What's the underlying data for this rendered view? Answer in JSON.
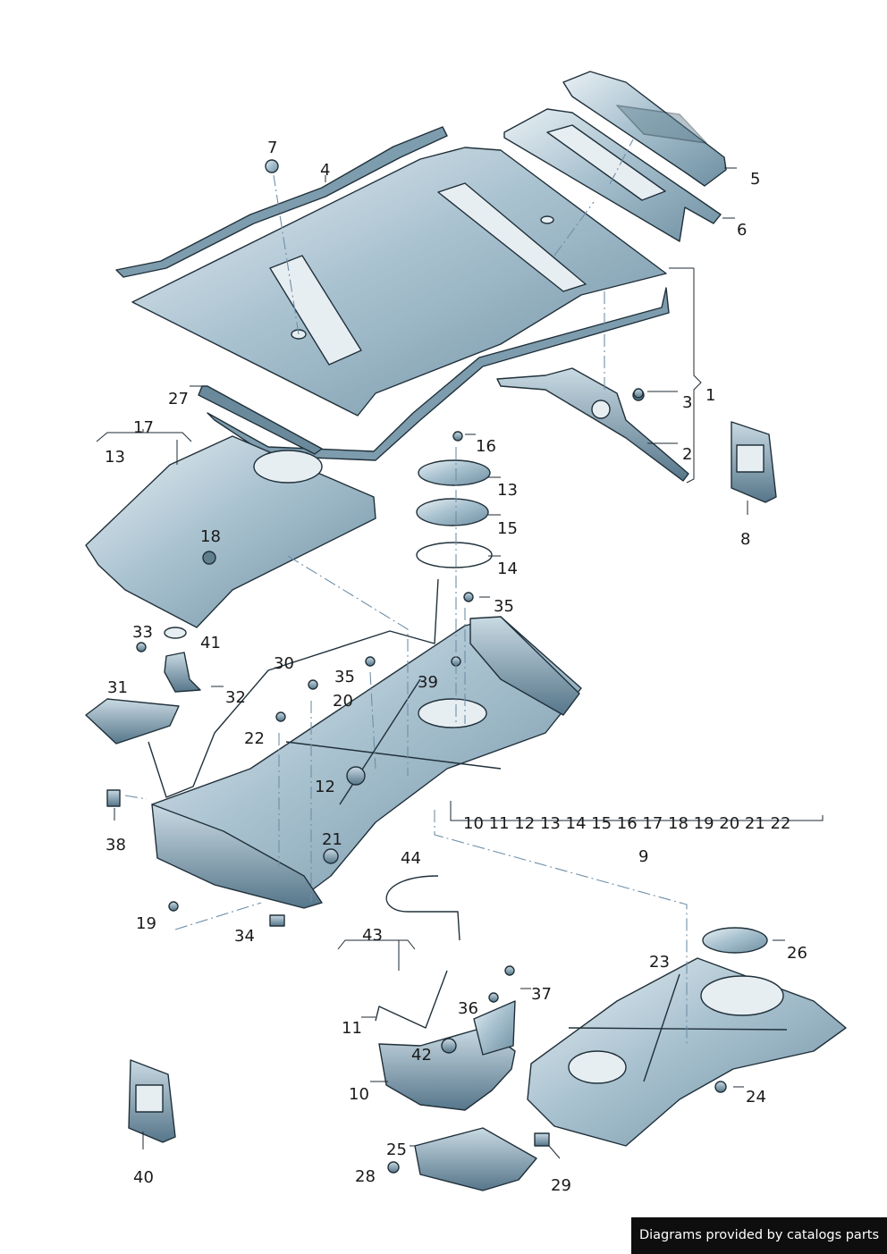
{
  "footer": {
    "text": "Diagrams provided by catalogs parts"
  },
  "callouts": {
    "c1": "1",
    "c2": "2",
    "c3": "3",
    "c4": "4",
    "c5": "5",
    "c6": "6",
    "c7": "7",
    "c8": "8",
    "c9": "9",
    "c10a": "10",
    "c10b": "10",
    "c11": "11",
    "c12": "12",
    "c13a": "13",
    "c13b": "13",
    "c14": "14",
    "c15": "15",
    "c16": "16",
    "c17": "17",
    "c18": "18",
    "c19": "19",
    "c20": "20",
    "c21": "21",
    "c22": "22",
    "c23": "23",
    "c24": "24",
    "c25": "25",
    "c26": "26",
    "c27": "27",
    "c28": "28",
    "c29": "29",
    "c30": "30",
    "c31": "31",
    "c32": "32",
    "c33": "33",
    "c34": "34",
    "c35a": "35",
    "c35b": "35",
    "c36": "36",
    "c37": "37",
    "c38": "38",
    "c39": "39",
    "c40": "40",
    "c41": "41",
    "c42": "42",
    "c43": "43",
    "c44": "44"
  },
  "group_label": "10 11 12 13 14 15 16 17 18 19 20 21 22",
  "colors": {
    "part_fill": "#9ab6c6",
    "part_dark": "#5f7f8f",
    "line": "#20303a",
    "leader_dash": "#6f8fa8"
  }
}
